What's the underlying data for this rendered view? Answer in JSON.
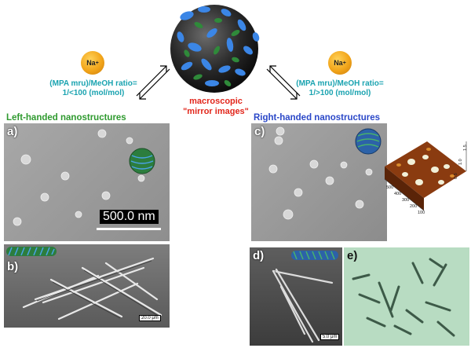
{
  "top": {
    "ion_left": "Na",
    "ion_right": "Na",
    "ion_charge": "+",
    "ratio_left_line1": "(MPA mru)/MeOH ratio=",
    "ratio_left_line2": "1/<100 (mol/mol)",
    "ratio_right_line1": "(MPA mru)/MeOH ratio=",
    "ratio_right_line2": "1/>100 (mol/mol)",
    "mirror_line1": "macroscopic",
    "mirror_line2": "\"mirror images\""
  },
  "titles": {
    "left": "Left-handed nanostructures",
    "right": "Right-handed nanostructures"
  },
  "panels": {
    "a": "a)",
    "b": "b)",
    "c": "c)",
    "d": "d)",
    "e": "e)"
  },
  "scales": {
    "a": "500.0 nm",
    "b": "20.0 μm",
    "d": "5.0 μm"
  },
  "afm": {
    "x_ticks": [
      "500",
      "400",
      "300",
      "200",
      "100"
    ],
    "y_ticks": [
      "0.5",
      "1.0",
      "1.5"
    ]
  },
  "colors": {
    "ratio": "#1aa3b0",
    "mirror": "#e2271c",
    "left": "#2f9a2f",
    "right": "#2b48c8"
  }
}
